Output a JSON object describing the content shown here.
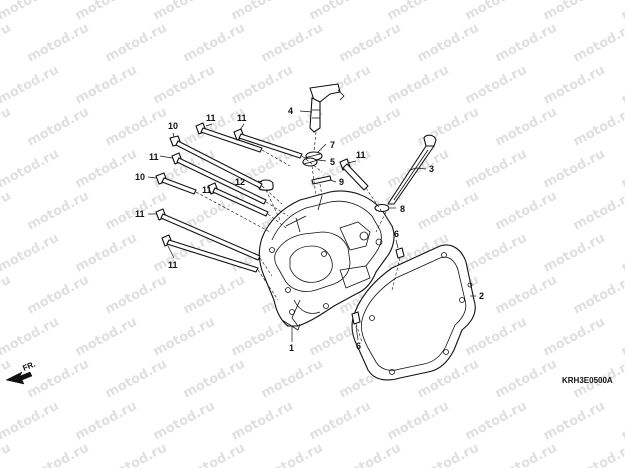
{
  "watermark": {
    "text": "motod.ru"
  },
  "diagram_code": "KRH3E0500A",
  "direction_marker": {
    "label": "FR."
  },
  "callouts": [
    {
      "id": "c-4",
      "label": "4"
    },
    {
      "id": "c-7",
      "label": "7"
    },
    {
      "id": "c-5",
      "label": "5"
    },
    {
      "id": "c-3",
      "label": "3"
    },
    {
      "id": "c-9",
      "label": "9"
    },
    {
      "id": "c-11a",
      "label": "11"
    },
    {
      "id": "c-11b",
      "label": "11"
    },
    {
      "id": "c-10a",
      "label": "10"
    },
    {
      "id": "c-11c",
      "label": "11"
    },
    {
      "id": "c-12",
      "label": "12"
    },
    {
      "id": "c-10b",
      "label": "10"
    },
    {
      "id": "c-11d",
      "label": "11"
    },
    {
      "id": "c-11e",
      "label": "11"
    },
    {
      "id": "c-11f",
      "label": "11"
    },
    {
      "id": "c-8",
      "label": "8"
    },
    {
      "id": "c-6a",
      "label": "6"
    },
    {
      "id": "c-2",
      "label": "2"
    },
    {
      "id": "c-1",
      "label": "1"
    },
    {
      "id": "c-6b",
      "label": "6"
    },
    {
      "id": "c-11g",
      "label": "11"
    }
  ]
}
